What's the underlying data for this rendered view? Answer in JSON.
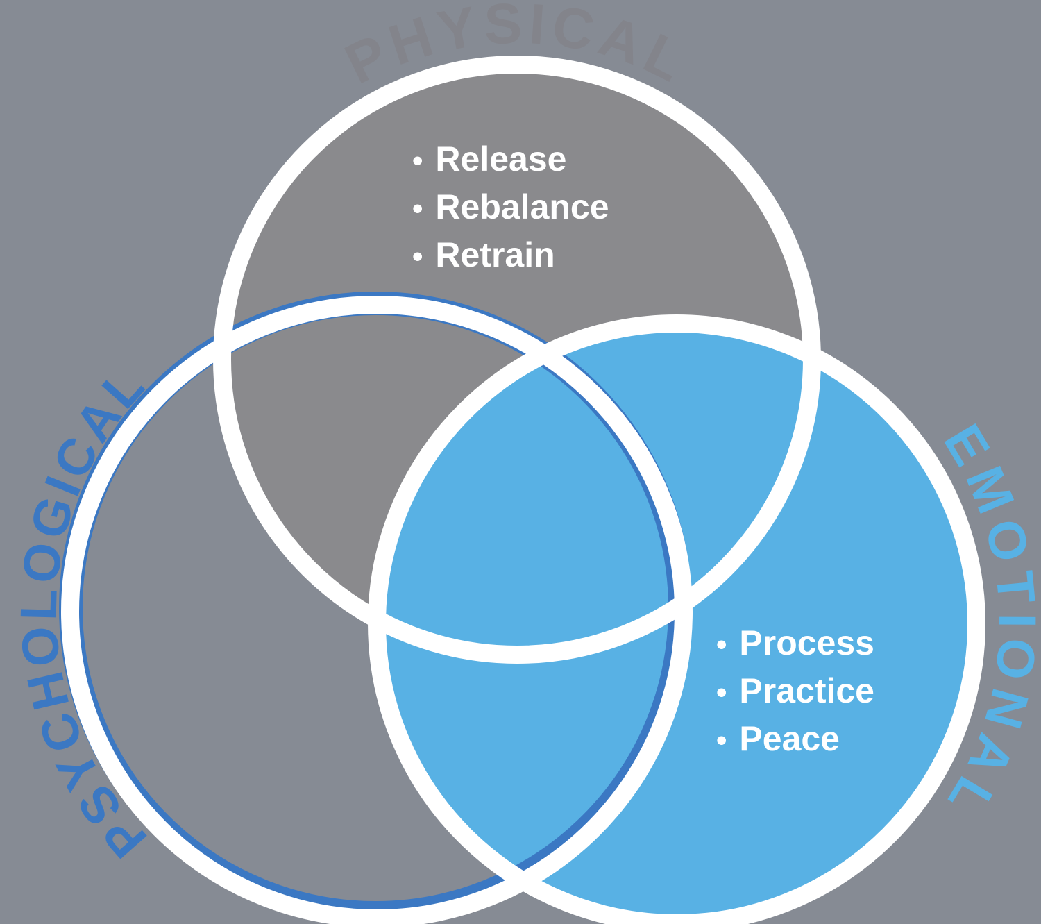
{
  "background_color": "#868B94",
  "bullet_char": "•",
  "venn": {
    "physical": {
      "label": "PHYSICAL",
      "label_color": "#83848B",
      "fill_color": "#8A8A8D",
      "ring_color": "#FFFFFF",
      "items": [
        "Release",
        "Rebalance",
        "Retrain"
      ],
      "items_color": "#FFFFFF"
    },
    "psychological": {
      "label": "PSYCHOLOGICAL",
      "label_color": "#3B78C3",
      "fill_color": "none",
      "ring_color": "#FFFFFF",
      "accent_ring_color": "#3B78C3",
      "items": []
    },
    "emotional": {
      "label": "EMOTIONAL",
      "label_color": "#58B1E4",
      "fill_color": "#58B1E4",
      "ring_color": "#FFFFFF",
      "items": [
        "Process",
        "Practice",
        "Peace"
      ],
      "items_color": "#FFFFFF"
    }
  }
}
